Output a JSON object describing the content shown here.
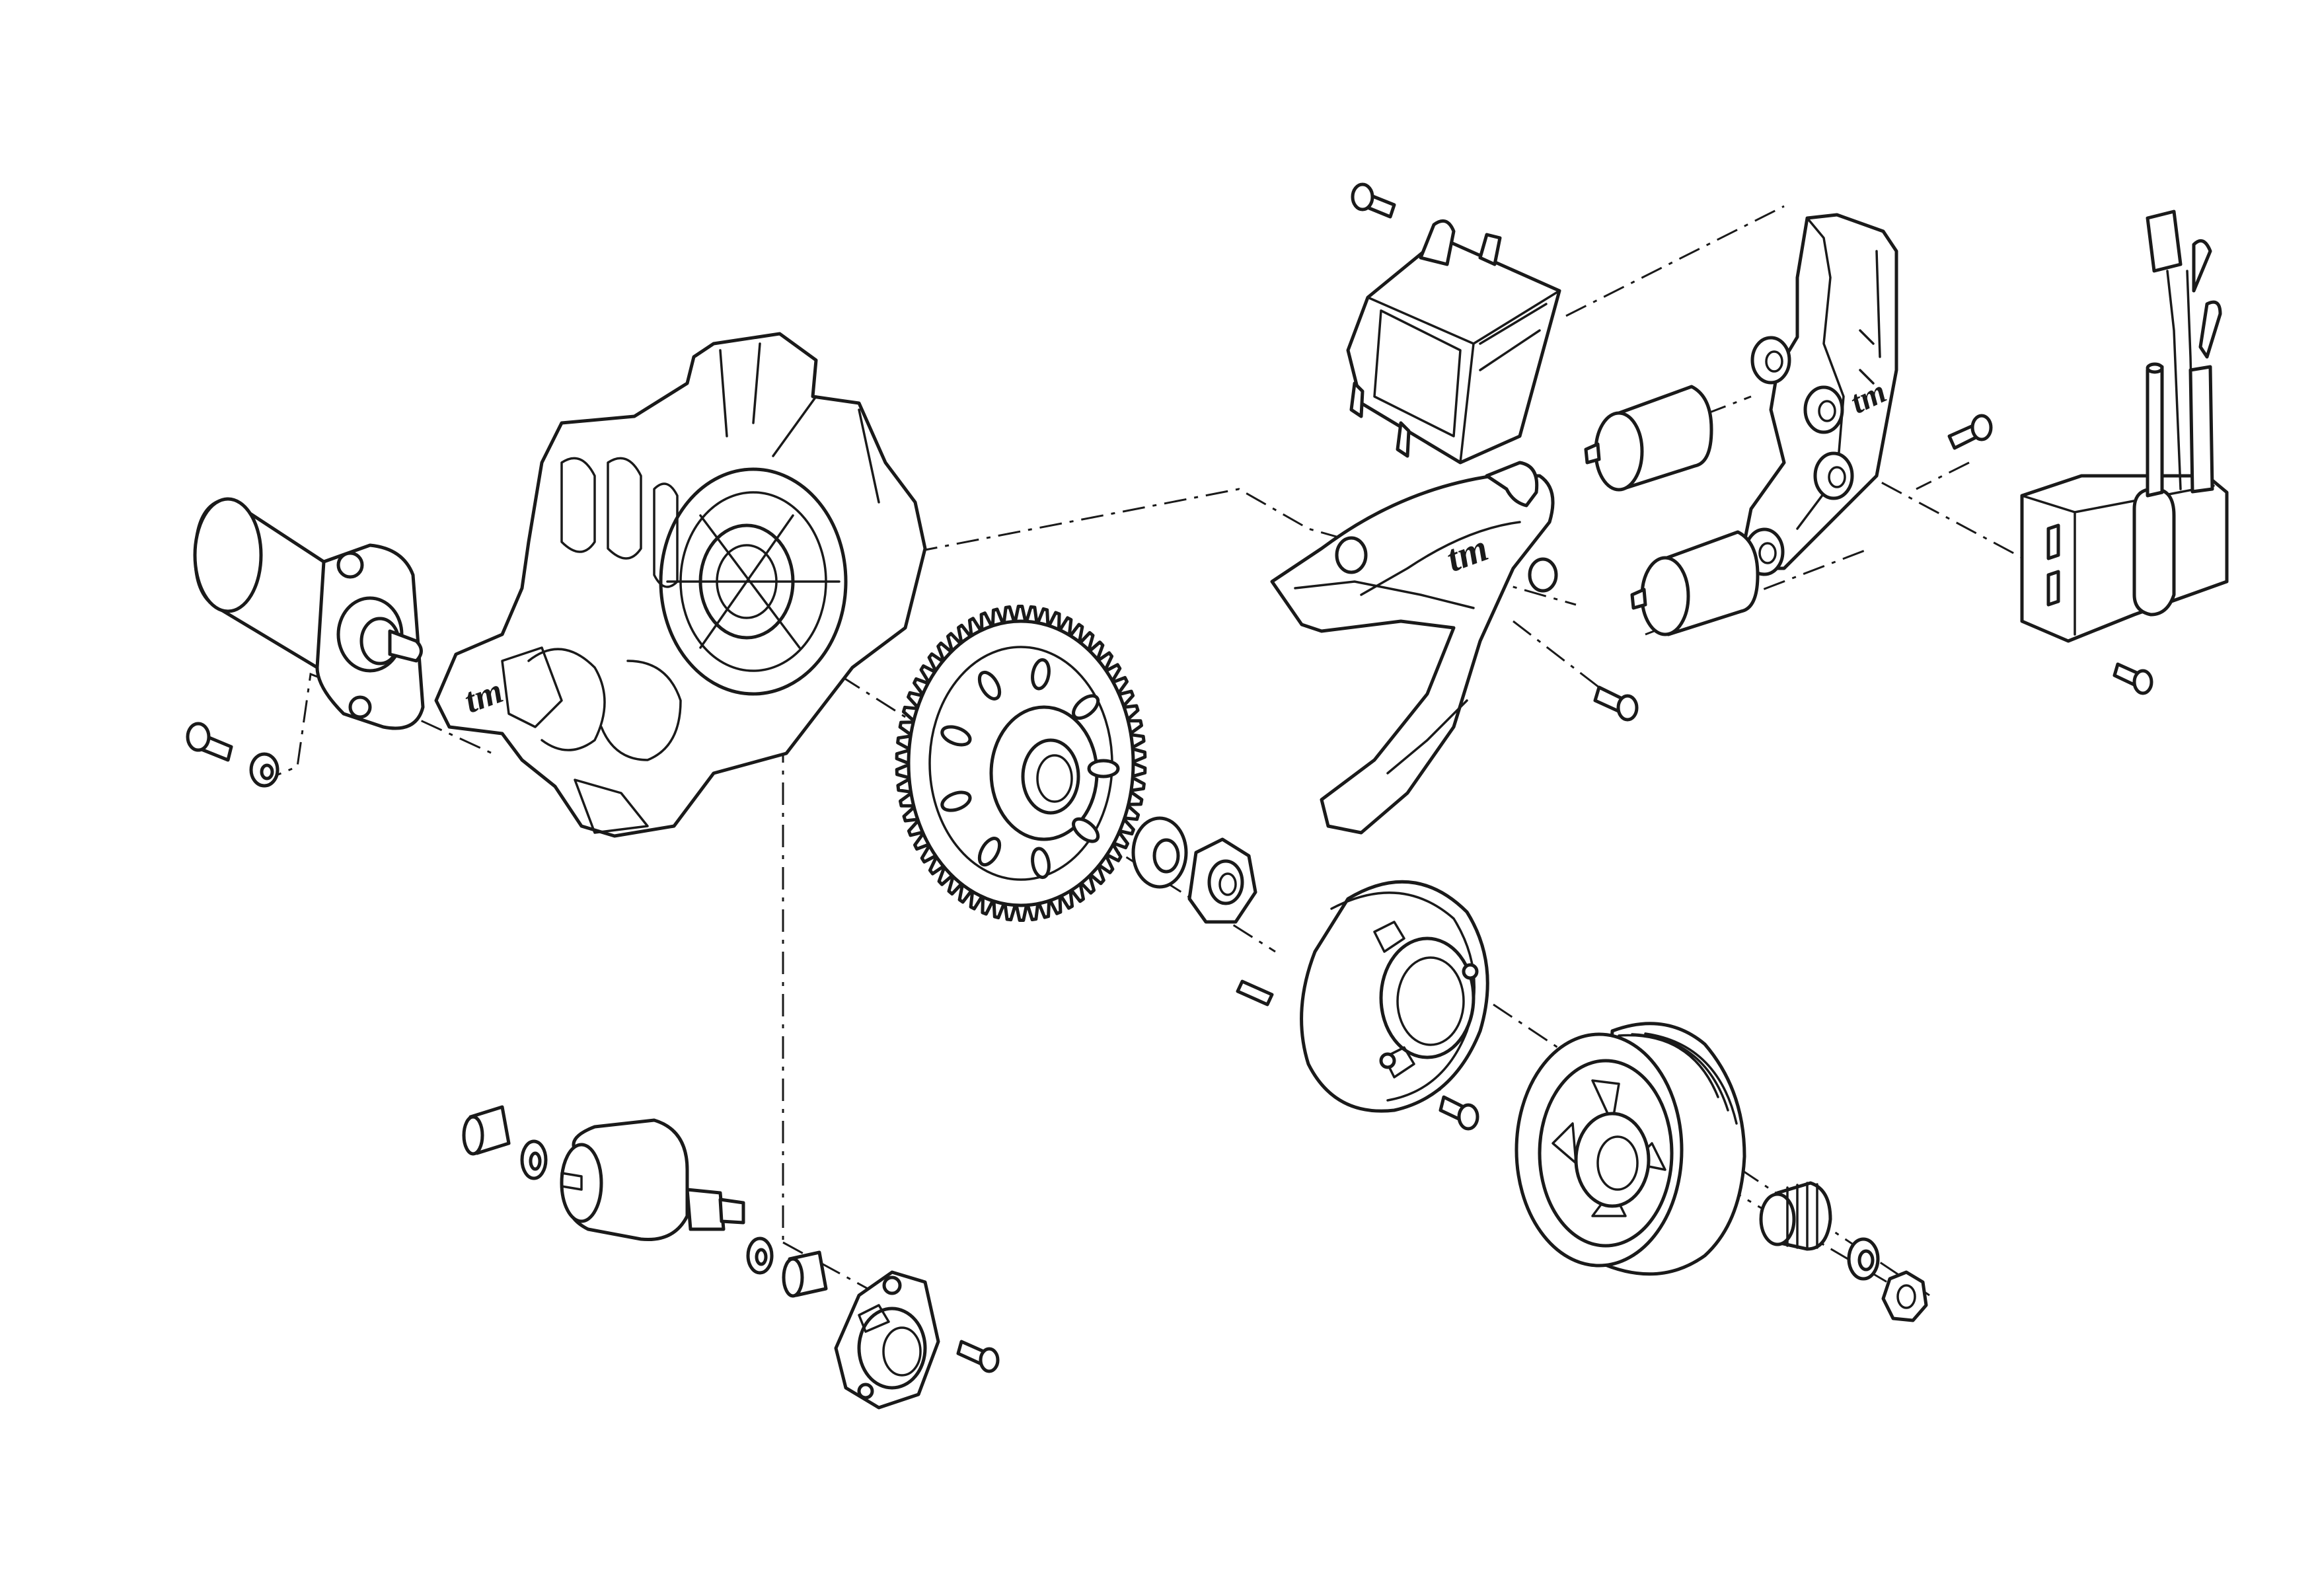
{
  "diagram": {
    "colors": {
      "line": "#1a1a1a",
      "background": "#ffffff"
    },
    "logo_text": "tm",
    "parts": [
      "starter-motor",
      "starter-screw",
      "starter-washer",
      "engine-side-cover",
      "flywheel-ring-gear",
      "flywheel-washer",
      "flywheel-nut",
      "clutch-shoe-assembly",
      "clutch-pin",
      "clutch-screw",
      "clutch-drum",
      "needle-bearing",
      "drum-washer",
      "drum-nut",
      "bendix-spacer-left",
      "bendix-washer-left",
      "bendix-drive",
      "bendix-washer-right",
      "bendix-spacer-right",
      "bendix-cover",
      "bendix-screw",
      "electronic-module",
      "module-screw",
      "ignition-bracket",
      "bracket-screw",
      "rubber-mount-upper",
      "rubber-mount-lower",
      "ignition-cover",
      "cover-screw",
      "ignition-coil",
      "coil-screw"
    ]
  }
}
